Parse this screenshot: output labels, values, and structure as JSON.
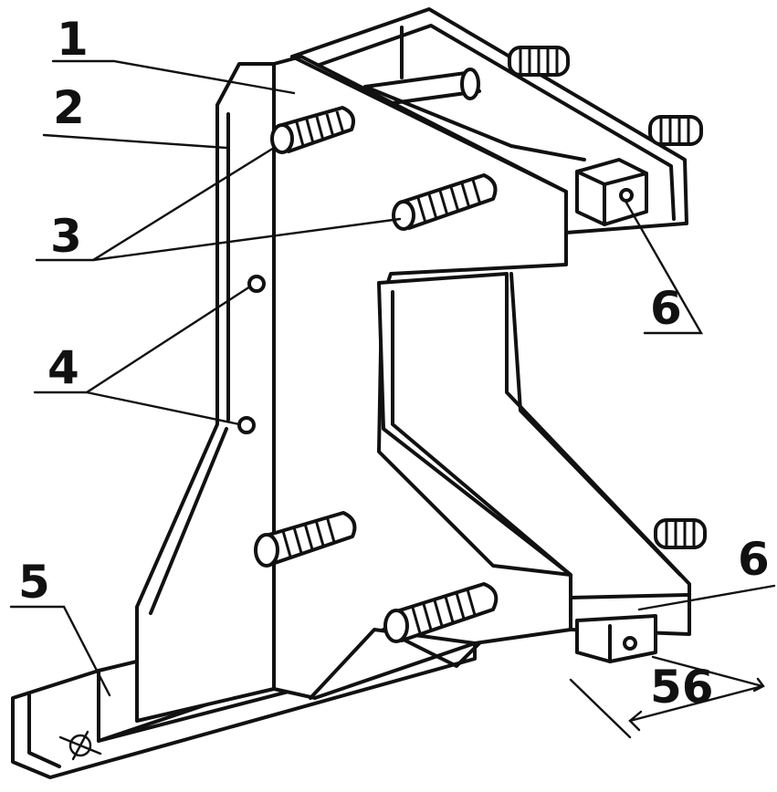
{
  "figure": {
    "callouts": {
      "c1": "1",
      "c2": "2",
      "c3": "3",
      "c4": "4",
      "c5": "5",
      "c6a": "6",
      "c6b": "6"
    },
    "dimension": "56"
  }
}
